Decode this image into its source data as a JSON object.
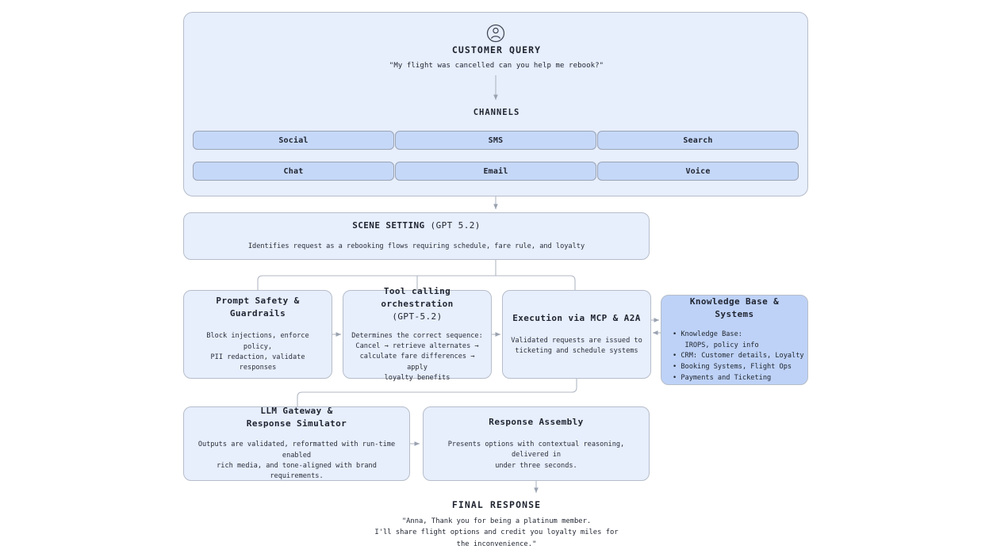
{
  "theme": {
    "page_bg": "#ffffff",
    "panel_fill": "#e7eefc",
    "panel_stroke": "#b6bdc9",
    "pill_fill": "#c6d8f8",
    "pill_stroke": "#9aa4b4",
    "highlight_fill": "#bed2f7",
    "text": "#1f2430",
    "connector": "#b0b7c3"
  },
  "hero": {
    "icon": "user-circle-icon",
    "title": "CUSTOMER QUERY",
    "quote": "\"My flight was cancelled can you help me rebook?\"",
    "channels_label": "CHANNELS",
    "channels": [
      "Social",
      "SMS",
      "Search",
      "Chat",
      "Email",
      "Voice"
    ]
  },
  "scene_setting": {
    "title_bold": "SCENE SETTING",
    "title_light": " (GPT 5.2)",
    "body": "Identifies request as a rebooking flows requiring schedule, fare rule, and loyalty"
  },
  "stages": {
    "prompt_safety": {
      "title": "Prompt Safety & Guardrails",
      "body": "Block injections, enforce policy,\nPII redaction, validate responses"
    },
    "tool_calling": {
      "title_line1": "Tool calling orchestration",
      "title_line2": "(GPT-5.2)",
      "body": "Determines the correct sequence:\nCancel → retrieve alternates →\ncalculate fare differences → apply\nloyalty benefits"
    },
    "execution": {
      "title": "Execution via MCP & A2A",
      "body": "Validated requests are issued to\nticketing and schedule systems"
    },
    "knowledge_base": {
      "title": "Knowledge Base & Systems",
      "bullets": [
        "• Knowledge Base:\n   IROPS, policy info",
        "• CRM: Customer details, Loyalty",
        "• Booking Systems, Flight Ops",
        "• Payments and Ticketing"
      ]
    },
    "llm_gateway": {
      "title_line1": "LLM Gateway &",
      "title_line2": "Response Simulator",
      "body": "Outputs are validated, reformatted with run-time enabled\nrich media, and tone-aligned with brand requirements."
    },
    "response_assembly": {
      "title": "Response Assembly",
      "body": "Presents options with contextual reasoning, delivered in\nunder three seconds."
    }
  },
  "final_response": {
    "title": "FINAL RESPONSE",
    "text": "\"Anna, Thank you for being a platinum member.\nI'll share flight options and credit you loyalty miles for\nthe inconvenience.\""
  }
}
